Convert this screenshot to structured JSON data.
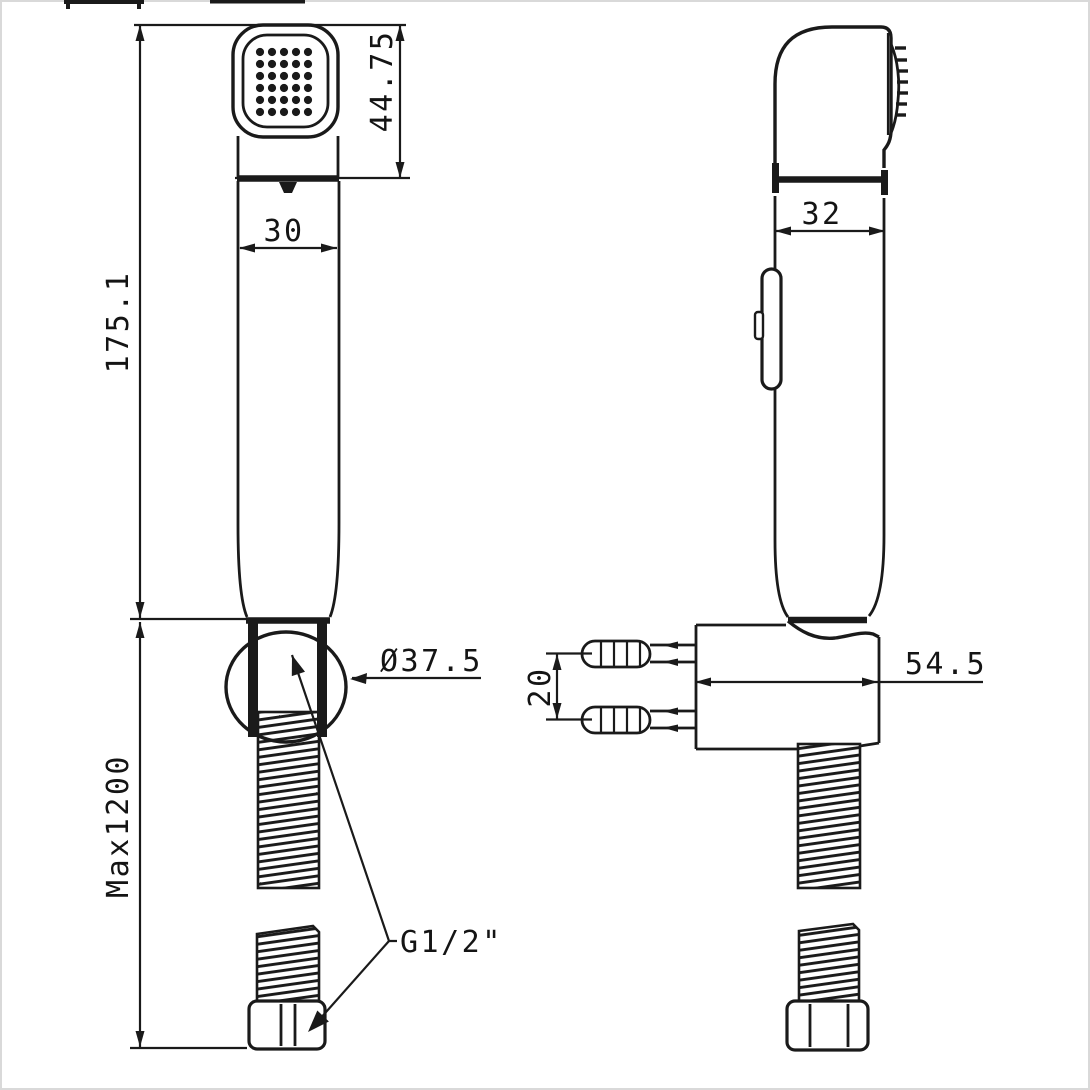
{
  "drawing": {
    "type": "technical-drawing-hand-shower",
    "colors": {
      "line": "#1a1a1a",
      "background": "#ffffff"
    },
    "front_view": {
      "head_height": "44.75",
      "head_width": "30",
      "body_length": "175.1",
      "hose_length": "Max1200",
      "holder_diameter": "Ø37.5",
      "thread_size": "G1/2\""
    },
    "side_view": {
      "body_depth": "32",
      "screw_spacing": "20",
      "bracket_depth": "54.5"
    }
  }
}
